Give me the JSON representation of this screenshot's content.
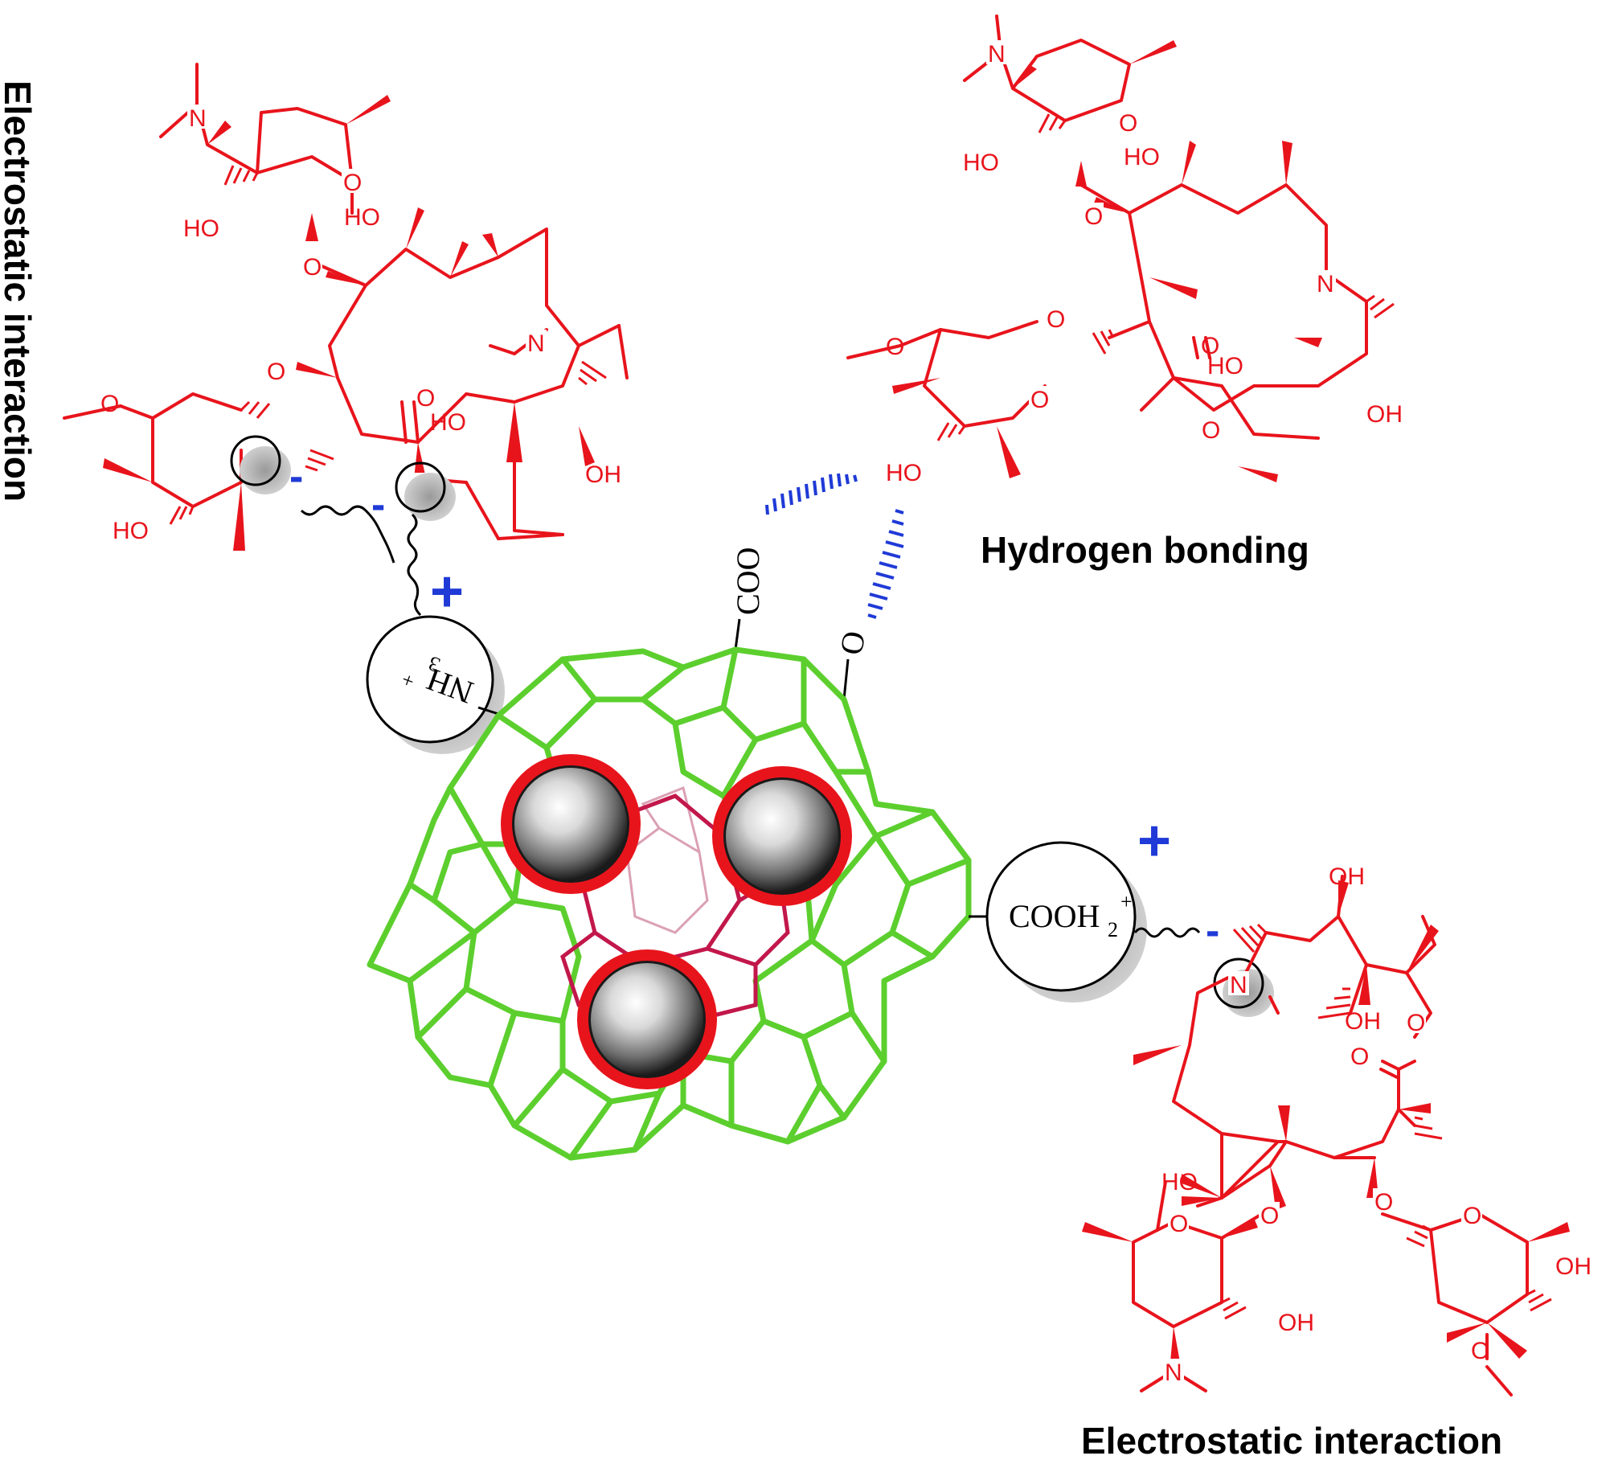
{
  "labels": {
    "left_vertical": "Electrostatic interaction",
    "hbond": "Hydrogen bonding",
    "bottom": "Electrostatic interaction"
  },
  "groups": {
    "nh3": "NH",
    "nh3_sub": "3",
    "nh3_sup": "+",
    "coo": "COO",
    "o": "O",
    "cooh2": "COOH",
    "cooh2_sub": "2",
    "cooh2_sup": "+"
  },
  "charges": {
    "minus": "-",
    "plus": "+"
  },
  "atoms": {
    "N": "N",
    "O": "O",
    "HO": "HO",
    "OH": "OH"
  },
  "colors": {
    "molecule": "#e8141c",
    "framework": "#5ccf2e",
    "inner_cage": "#c2174a",
    "charge": "#1f3ad6",
    "hydrogen_bond": "#1f3ad6"
  }
}
